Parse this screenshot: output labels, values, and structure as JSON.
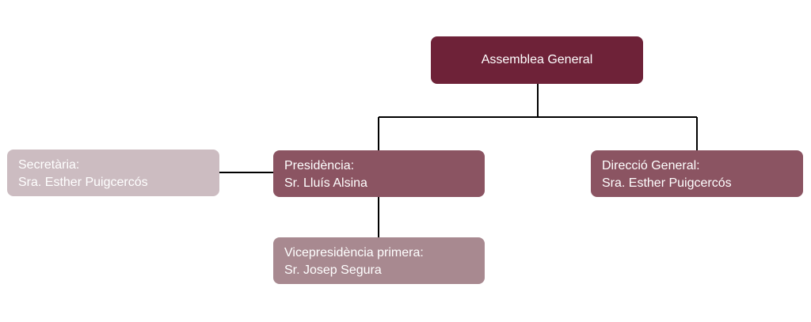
{
  "diagram": {
    "nodes": {
      "assemblea": {
        "title": "Assemblea General"
      },
      "secretaria": {
        "role": "Secretària:",
        "person": "Sra. Esther Puigcercós"
      },
      "presidencia": {
        "role": "Presidència:",
        "person": "Sr. Lluís Alsina"
      },
      "direccio": {
        "role": "Direcció General:",
        "person": "Sra. Esther Puigcercós"
      },
      "vicepresidencia": {
        "role": "Vicepresidència primera:",
        "person": "Sr. Josep Segura"
      }
    },
    "colors": {
      "top_level": "#6e2238",
      "main_level": "#8b5462",
      "sub_level": "#a88990",
      "side_level": "#ccbcc1",
      "connector": "#000000",
      "text": "#ffffff"
    }
  }
}
